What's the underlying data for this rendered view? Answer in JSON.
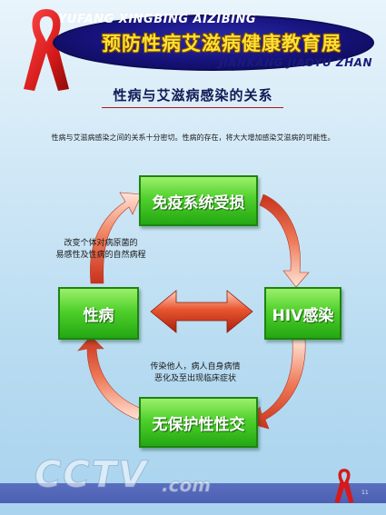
{
  "header": {
    "pinyin_top": "YUFANG XINGBING AIZIBING",
    "title": "预防性病艾滋病健康教育展",
    "pinyin_bottom": "JIANKANG JIAOYU ZHAN"
  },
  "subtitle": "性病与艾滋病感染的关系",
  "intro": "性病与艾滋病感染之间的关系十分密切。性病的存在，将大大增加感染艾滋病的可能性。",
  "diagram": {
    "immune": "免疫系统受损",
    "std": "性病",
    "hiv": "HIV感染",
    "unsafe_sex": "无保护性性交",
    "note_left_line1": "改变个体对病原菌的",
    "note_left_line2": "易感性及性病的自然病程",
    "note_bottom_line1": "传染他人，病人自身病情",
    "note_bottom_line2": "恶化及至出现临床症状"
  },
  "footer": {
    "watermark": "CCTV",
    "watermark_suffix": ".com",
    "page_number": "11"
  },
  "colors": {
    "box_green": "#4fd02c",
    "arrow_red": "#d0321c",
    "ribbon_red": "#d61a1a",
    "banner_navy": "#16127a",
    "title_yellow": "#ffe033"
  }
}
